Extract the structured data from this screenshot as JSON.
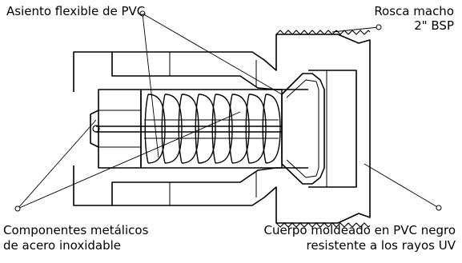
{
  "labels": {
    "seat": "Asiento flexible de PVC",
    "thread_line1": "Rosca macho",
    "thread_line2": "2\" BSP",
    "metal_line1": "Componentes metálicos",
    "metal_line2": "de acero inoxidable",
    "body_line1": "Cuerpo moldeado en PVC negro",
    "body_line2": "resistente a los rayos UV"
  },
  "colors": {
    "line": "#000000",
    "background": "#ffffff"
  }
}
